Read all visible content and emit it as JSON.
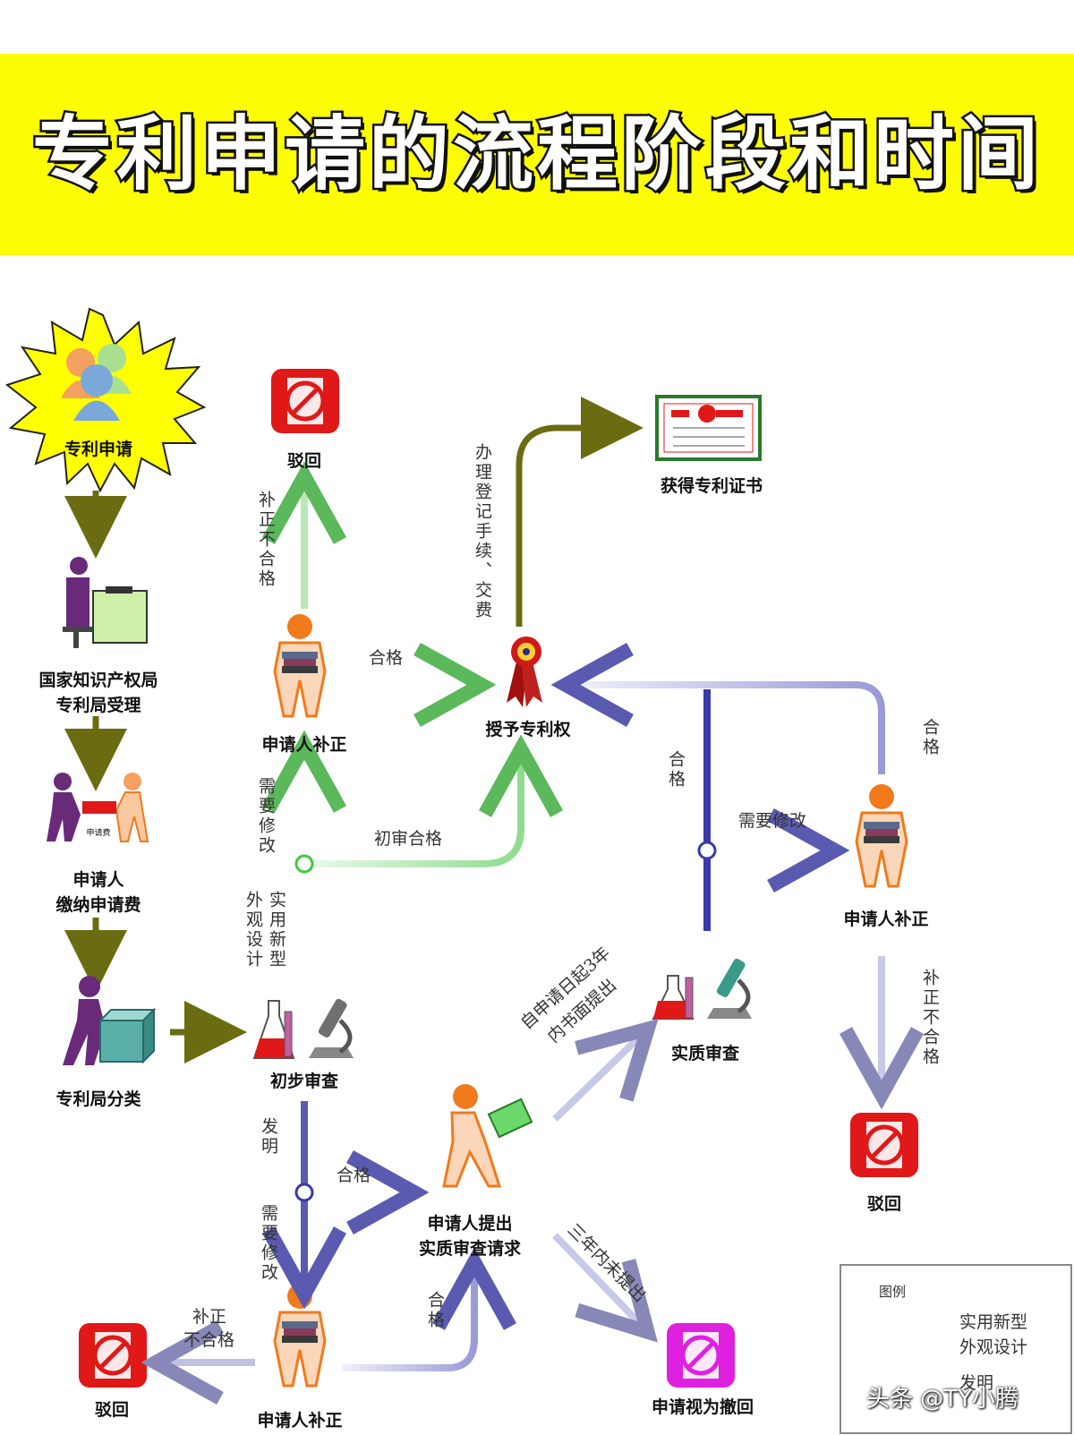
{
  "title": "专利申请的流程阶段和时间",
  "nodes": {
    "apply": "专利申请",
    "office_accept": [
      "国家知识产权局",
      "专利局受理"
    ],
    "pay_fee": [
      "申请人",
      "缴纳申请费"
    ],
    "fee_tag": "申请费",
    "classify": "专利局分类",
    "prelim": "初步审查",
    "correct_top": "申请人补正",
    "reject_top": "驳回",
    "grant": "授予专利权",
    "certificate": "获得专利证书",
    "substantive_request": [
      "申请人提出",
      "实质审查请求"
    ],
    "substantive": "实质审查",
    "correct_right": "申请人补正",
    "reject_right": "驳回",
    "correct_bottom": "申请人补正",
    "reject_bottom": "驳回",
    "withdrawn": "申请视为撤回"
  },
  "edge_labels": {
    "correct_fail_top": "补正不合格",
    "register": "办理登记手续、交费",
    "qualified_top": "合格",
    "need_modify_left": "需要修改",
    "utility_design": [
      "外观设计",
      "实用新型"
    ],
    "prelim_pass": "初审合格",
    "invention": "发明",
    "qualified_mid": "合格",
    "need_modify_bottom": "需要修改",
    "correct_fail_bottom": [
      "补正",
      "不合格"
    ],
    "qualified_bottom": "合格",
    "within_3_years": [
      "自申请日起3年",
      "内书面提出"
    ],
    "not_within_3_years": "三年内未提出",
    "qualified_right_v": "合格",
    "need_modify_right": "需要修改",
    "qualified_right_top": "合格",
    "correct_fail_right": "补正不合格"
  },
  "legend": {
    "title": "图例",
    "items": [
      {
        "label": [
          "实用新型",
          "外观设计"
        ],
        "color": "#3ec83e"
      },
      {
        "label": [
          "发明"
        ],
        "color": "#3a3aa8"
      }
    ]
  },
  "watermark": "头条 @TY小腾",
  "colors": {
    "banner": "#fcfc05",
    "olive": "#6b6b12",
    "green": "#3ec83e",
    "blue": "#3a3aa8",
    "orange": "#f07a1c",
    "red": "#e01818",
    "magenta": "#e020e0"
  }
}
